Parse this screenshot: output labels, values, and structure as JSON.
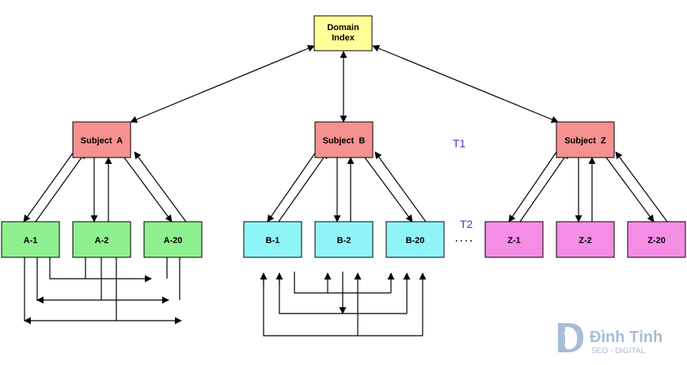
{
  "root": {
    "label_line1": "Domain",
    "label_line2": "Index",
    "color": "#ffff99"
  },
  "subjects": [
    {
      "label": "Subject  A",
      "color": "#f5918f"
    },
    {
      "label": "Subject  B",
      "color": "#f5918f"
    },
    {
      "label": "Subject  Z",
      "color": "#f5918f"
    }
  ],
  "children": {
    "a": {
      "items": [
        "A-1",
        "A-2",
        "A-20"
      ],
      "color": "#8ef08e"
    },
    "b": {
      "items": [
        "B-1",
        "B-2",
        "B-20"
      ],
      "color": "#8ff4f7"
    },
    "z": {
      "items": [
        "Z-1",
        "Z-2",
        "Z-20"
      ],
      "color": "#f58ce6"
    }
  },
  "ellipsis": ". . . .",
  "tier_labels": {
    "t1": "T1",
    "t2": "T2"
  },
  "watermark": {
    "brand": "Đình Tỉnh",
    "sub": "SEO - DIGITAL",
    "color": "#8aa6c8"
  }
}
